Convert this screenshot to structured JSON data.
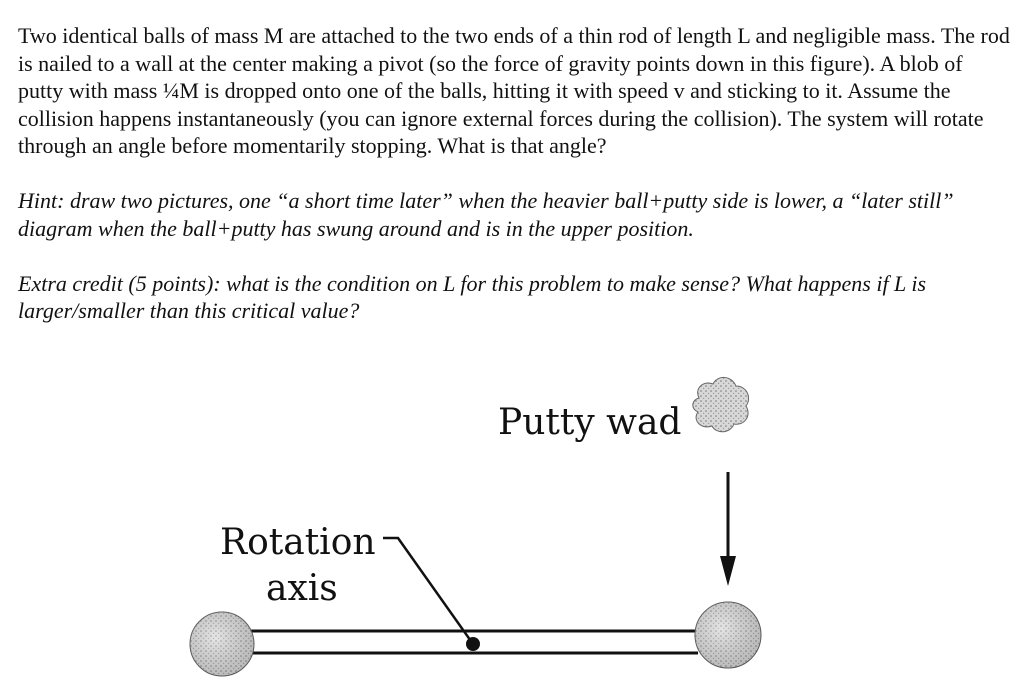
{
  "problem": {
    "statement": "Two identical balls of mass M are attached to the two ends of a thin rod of length L and negligible mass. The rod is nailed to a wall at the center making a pivot (so the force of gravity points down in this figure). A blob of putty with mass ¼M is dropped onto one of the balls, hitting it with speed v and sticking to it.  Assume the collision happens instantaneously (you can ignore external forces during the collision). The system will rotate through an angle before momentarily stopping. What is that angle?",
    "hint": "Hint: draw two pictures, one “a short time later” when the heavier ball+putty side is lower, a “later still” diagram when the ball+putty has swung around and is in the upper position.",
    "extra_credit": "Extra credit (5 points): what is the condition on L for this problem to make sense? What happens if L is larger/smaller than this critical value?"
  },
  "figure": {
    "putty_label": "Putty wad",
    "axis_label_line1": "Rotation",
    "axis_label_line2": "axis"
  }
}
